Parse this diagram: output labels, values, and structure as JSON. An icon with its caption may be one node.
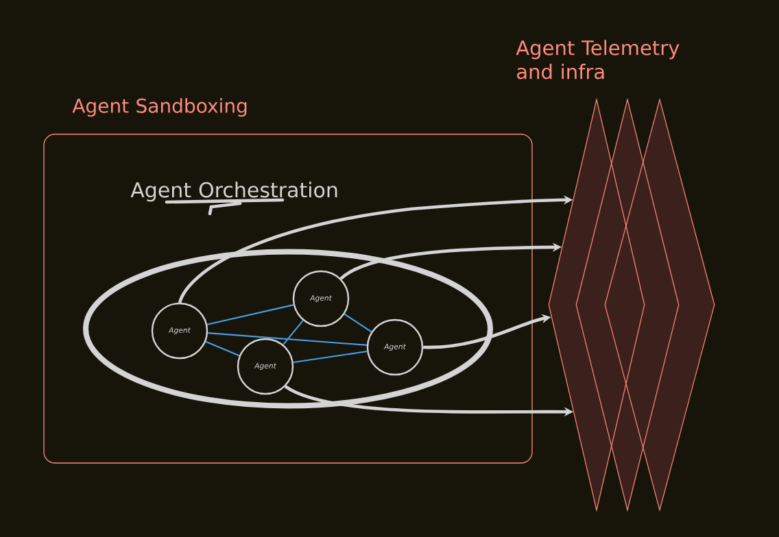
{
  "diagram": {
    "nodes": [
      {
        "text": [
          "Agent Sandboxing"
        ]
      },
      {
        "text": [
          "Agent Orchestration"
        ],
        "in": 0
      },
      {
        "text": [
          "Agent"
        ],
        "in": 1
      },
      {
        "text": [
          "Agent"
        ],
        "in": 1
      },
      {
        "text": [
          "Agent"
        ],
        "in": 1
      },
      {
        "text": [
          "Agent"
        ],
        "in": 1
      },
      {
        "text": [],
        "shape": "diamond"
      },
      {
        "text": [
          "Agent Telemetry and infra"
        ]
      },
      {
        "text": [],
        "shape": "diamond"
      }
    ],
    "edges": [
      {
        "from": 2,
        "to": 3,
        "arrow": "none"
      },
      {
        "from": 2,
        "to": 5,
        "arrow": "none"
      },
      {
        "from": 2,
        "to": 4,
        "arrow": "none"
      },
      {
        "from": 3,
        "to": 5,
        "arrow": "none"
      },
      {
        "from": 3,
        "to": 4,
        "arrow": "none"
      },
      {
        "from": 4,
        "to": 5,
        "arrow": "none"
      },
      {
        "from": 2,
        "to": 6,
        "arrow": "to",
        "style": "thick",
        "color": "#d4d4d4"
      },
      {
        "from": 3,
        "to": 6,
        "arrow": "to",
        "style": "thick",
        "color": "#d4d4d4"
      },
      {
        "from": 5,
        "to": 6,
        "arrow": "to",
        "style": "thick",
        "color": "#d4d4d4"
      },
      {
        "from": 4,
        "to": 6,
        "arrow": "to",
        "style": "thick",
        "color": "#d4d4d4"
      }
    ]
  }
}
